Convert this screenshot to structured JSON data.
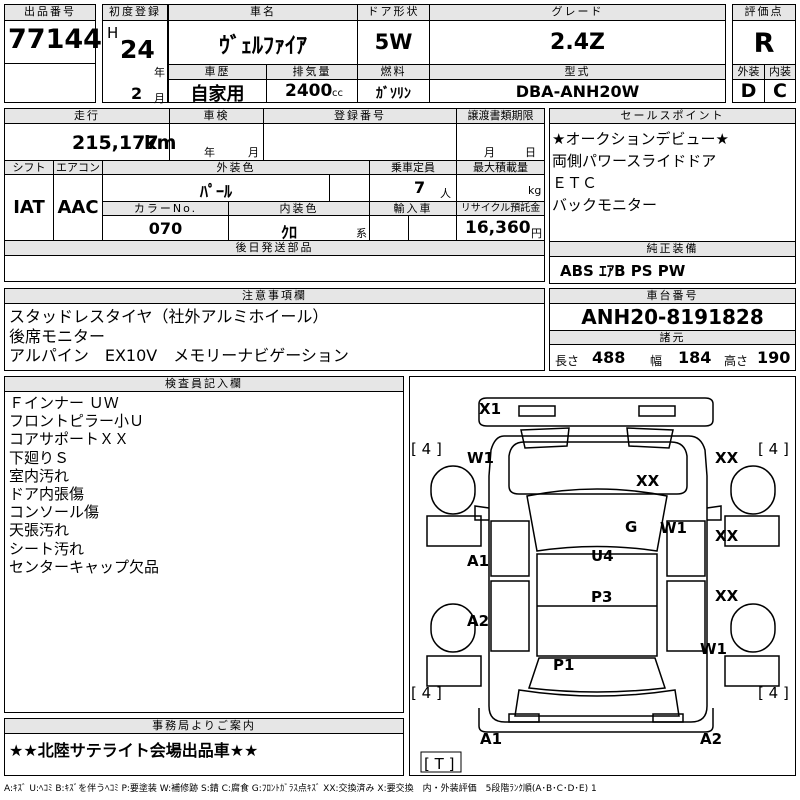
{
  "header": {
    "lot_label": "出品番号",
    "lot_number": "77144",
    "first_reg_label": "初度登録",
    "era": "H",
    "year": "24",
    "year_unit": "年",
    "month": "2",
    "month_unit": "月",
    "car_name_label": "車名",
    "car_name": "ｳﾞｪﾙﾌｧｲｱ",
    "door_label": "ドア形状",
    "door": "5W",
    "grade_label": "グレード",
    "grade": "2.4Z",
    "score_label": "評価点",
    "score": "R",
    "history_label": "車歴",
    "history": "自家用",
    "displacement_label": "排気量",
    "displacement": "2400",
    "displacement_unit": "cc",
    "fuel_label": "燃料",
    "fuel": "ｶﾞｿﾘﾝ",
    "model_label": "型式",
    "model": "DBA-ANH20W",
    "exterior_label": "外装",
    "exterior_grade": "D",
    "interior_label": "内装",
    "interior_grade": "C"
  },
  "row2": {
    "mileage_label": "走行",
    "mileage": "215,177",
    "mileage_unit": "km",
    "inspection_label": "車検",
    "insp_year_unit": "年",
    "insp_month_unit": "月",
    "reg_number_label": "登録番号",
    "transfer_label": "譲渡書類期限",
    "transfer_month_unit": "月",
    "transfer_day_unit": "日",
    "shift_label": "シフト",
    "shift": "IAT",
    "ac_label": "エアコン",
    "ac": "AAC",
    "color_label": "外装色",
    "color": "ﾊﾟｰﾙ",
    "capacity_label": "乗車定員",
    "capacity": "7",
    "capacity_unit": "人",
    "load_label": "最大積載量",
    "load_unit": "kg",
    "color_no_label": "カラーNo.",
    "color_no": "070",
    "int_color_label": "内装色",
    "int_color": "ｸﾛ",
    "int_color_unit": "系",
    "import_label": "輸入車",
    "recycle_label": "リサイクル預託金",
    "recycle": "16,360",
    "recycle_unit": "円",
    "later_label": "後日発送部品"
  },
  "sales_points": {
    "label": "セールスポイント",
    "items": [
      "★オークションデビュー★",
      "両側パワースライドドア",
      "ＥＴＣ",
      "バックモニター"
    ]
  },
  "equipment": {
    "label": "純正装備",
    "value": "ABS ｴｱB PS PW"
  },
  "caution": {
    "label": "注意事項欄",
    "items": [
      "スタッドレスタイヤ（社外アルミホイール）",
      "後席モニター",
      "アルパイン　EX10V　メモリーナビゲーション"
    ]
  },
  "chassis": {
    "label": "車台番号",
    "value": "ANH20-8191828",
    "spec_label": "諸元",
    "length_label": "長さ",
    "length": "488",
    "width_label": "幅",
    "width": "184",
    "height_label": "高さ",
    "height": "190"
  },
  "inspector": {
    "label": "検査員記入欄",
    "items": [
      "Ｆインナー ＵＷ",
      "フロントピラー小Ｕ",
      "コアサポートＸＸ",
      "下廻りＳ",
      "室内汚れ",
      "ドア内張傷",
      "コンソール傷",
      "天張汚れ",
      "シート汚れ",
      "センターキャップ欠品"
    ]
  },
  "office": {
    "label": "事務局よりご案内",
    "value": "★★北陸サテライト会場出品車★★"
  },
  "diagram": {
    "tire_fl": "4",
    "tire_fr": "4",
    "tire_rl": "4",
    "tire_rr": "4",
    "spare": "T",
    "marks": {
      "x1": "X1",
      "w1_fl": "W1",
      "xx_fr": "XX",
      "xx_hood": "XX",
      "g": "G",
      "w1_r": "W1",
      "xx_r1": "XX",
      "a1_l": "A1",
      "u4": "U4",
      "xx_r2": "XX",
      "p3": "P3",
      "a2_l": "A2",
      "w1_rr": "W1",
      "p1": "P1",
      "a1_rear": "A1",
      "a2_rear": "A2"
    }
  },
  "footer": "A:ｷｽﾞ U:ﾍｺﾐ B:ｷｽﾞを伴うﾍｺﾐ P:要塗装 W:補修跡 S:錆 C:腐食 G:ﾌﾛﾝﾄｶﾞﾗｽ点ｷｽﾞ XX:交換済み X:要交換　内・外装評価　5段階ﾗﾝｸ順(A･B･C･D･E) 1"
}
